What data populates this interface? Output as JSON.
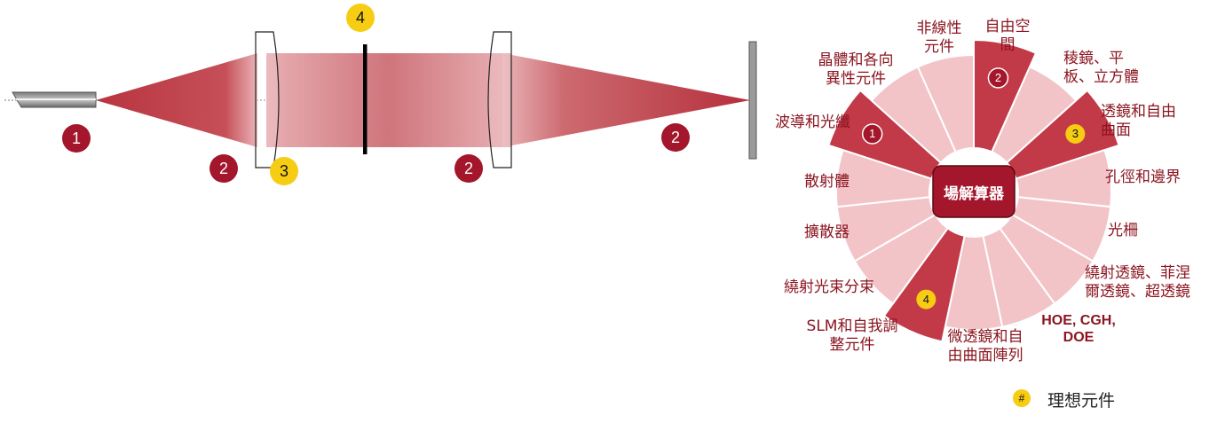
{
  "colors": {
    "red_badge": "#a3162b",
    "ideal_badge": "#f6cd13",
    "beam": "#c9575e",
    "segment_light": "#f2c4c8",
    "segment_dark": "#c23a48",
    "label_text": "#8b1520",
    "hub": "#a3162b"
  },
  "optics": {
    "badges": [
      {
        "id": "fiber",
        "text": "1",
        "type": "red"
      },
      {
        "id": "beam-left",
        "text": "2",
        "type": "red"
      },
      {
        "id": "lens-left",
        "text": "3",
        "type": "ideal"
      },
      {
        "id": "aperture",
        "text": "4",
        "type": "ideal"
      },
      {
        "id": "beam-mid",
        "text": "2",
        "type": "red"
      },
      {
        "id": "beam-right",
        "text": "2",
        "type": "red"
      }
    ]
  },
  "wheel": {
    "hub_label": "場解算器",
    "segments": [
      {
        "label": "自由空\n間",
        "highlight": true,
        "badge": "2",
        "badge_type": "red"
      },
      {
        "label": "稜鏡、平\n板、立方體",
        "highlight": false
      },
      {
        "label": "透鏡和自由\n曲面",
        "highlight": true,
        "badge": "3",
        "badge_type": "ideal"
      },
      {
        "label": "孔徑和邊界",
        "highlight": false
      },
      {
        "label": "光柵",
        "highlight": false
      },
      {
        "label": "繞射透鏡、菲涅\n爾透鏡、超透鏡",
        "highlight": false
      },
      {
        "label": "HOE, CGH,\nDOE",
        "highlight": false
      },
      {
        "label": "微透鏡和自\n由曲面陣列",
        "highlight": false
      },
      {
        "label": "SLM和自我調\n整元件",
        "highlight": true,
        "badge": "4",
        "badge_type": "ideal"
      },
      {
        "label": "繞射光束分束",
        "highlight": false
      },
      {
        "label": "擴散器",
        "highlight": false
      },
      {
        "label": "散射體",
        "highlight": false
      },
      {
        "label": "波導和光纖",
        "highlight": true,
        "badge": "1",
        "badge_type": "red"
      },
      {
        "label": "晶體和各向\n異性元件",
        "highlight": false
      },
      {
        "label": "非線性\n元件",
        "highlight": false
      }
    ]
  },
  "legend": {
    "symbol": "#",
    "text": "理想元件"
  }
}
